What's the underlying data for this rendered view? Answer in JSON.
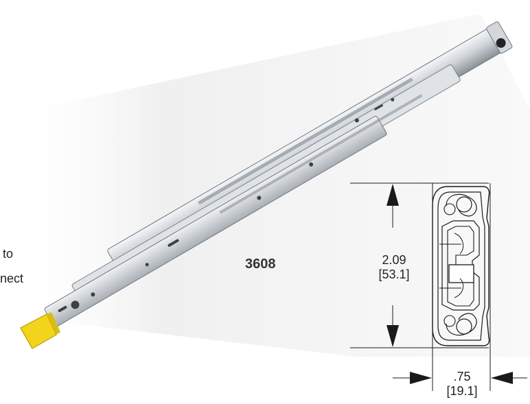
{
  "model": "3608",
  "side_note": {
    "line1": "to",
    "line2": "nect"
  },
  "dimensions": {
    "height_in": "2.09",
    "height_mm": "[53.1]",
    "width_in": ".75",
    "width_mm": "[19.1]"
  },
  "colors": {
    "lever": "#f2d41c",
    "steel_light": "#e4e7ea",
    "steel_mid": "#b9bec4",
    "steel_dark": "#7c838b",
    "line": "#1a1a1a",
    "shadow": "#efefef"
  }
}
